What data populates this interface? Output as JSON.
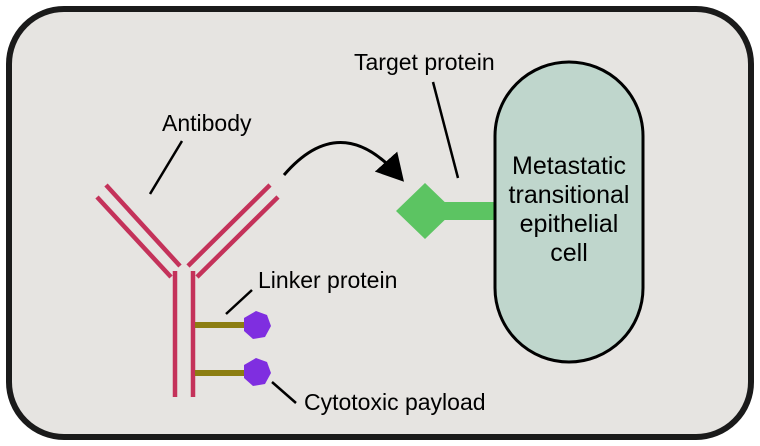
{
  "labels": {
    "antibody": "Antibody",
    "target_protein": "Target protein",
    "linker_protein": "Linker protein",
    "cytotoxic_payload": "Cytotoxic payload"
  },
  "cell": {
    "lines": [
      "Metastatic",
      "transitional",
      "epithelial",
      "cell"
    ]
  },
  "colors": {
    "background_fill": "#e6e4e1",
    "border": "#1a1a1a",
    "antibody": "#c4325a",
    "linker": "#8c7e12",
    "payload": "#7f2ee0",
    "target_protein": "#5cc462",
    "cell_fill": "#bfd6cc",
    "arrow": "#000000"
  }
}
